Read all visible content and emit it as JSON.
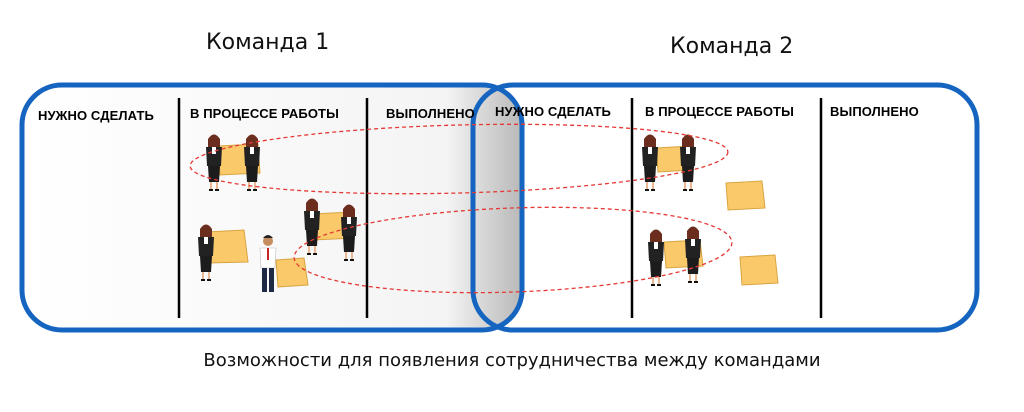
{
  "teams": [
    {
      "name": "Команда 1",
      "columns": [
        "НУЖНО СДЕЛАТЬ",
        "В ПРОЦЕССЕ РАБОТЫ",
        "ВЫПОЛНЕНО"
      ]
    },
    {
      "name": "Команда 2",
      "columns": [
        "НУЖНО СДЕЛАТЬ",
        "В ПРОЦЕССЕ РАБОТЫ",
        "ВЫПОЛНЕНО"
      ]
    }
  ],
  "caption": "Возможности для появления сотрудничества между командами",
  "colors": {
    "team1_border": "#1565c0",
    "team2_border": "#1565c0",
    "link_ellipse": "#e53935",
    "sticky_note": "#f9c96a"
  }
}
